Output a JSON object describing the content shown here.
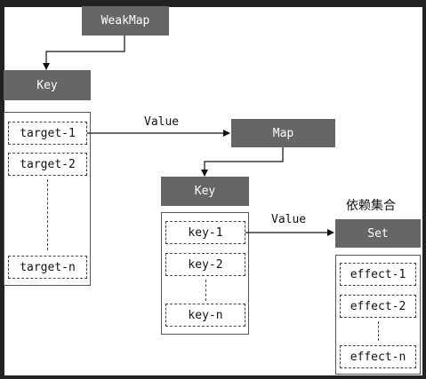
{
  "weakmap": {
    "title": "WeakMap"
  },
  "target_panel": {
    "header": "Key",
    "items": [
      "target-1",
      "target-2",
      "target-n"
    ]
  },
  "map": {
    "title": "Map",
    "edge_label": "Value"
  },
  "key_panel": {
    "header": "Key",
    "items": [
      "key-1",
      "key-2",
      "key-n"
    ]
  },
  "set": {
    "title": "Set",
    "edge_label": "Value",
    "caption": "依赖集合"
  },
  "effect_panel": {
    "items": [
      "effect-1",
      "effect-2",
      "effect-n"
    ]
  },
  "colors": {
    "header_fill": "#666666",
    "frame": "#222222",
    "line": "#111111"
  }
}
